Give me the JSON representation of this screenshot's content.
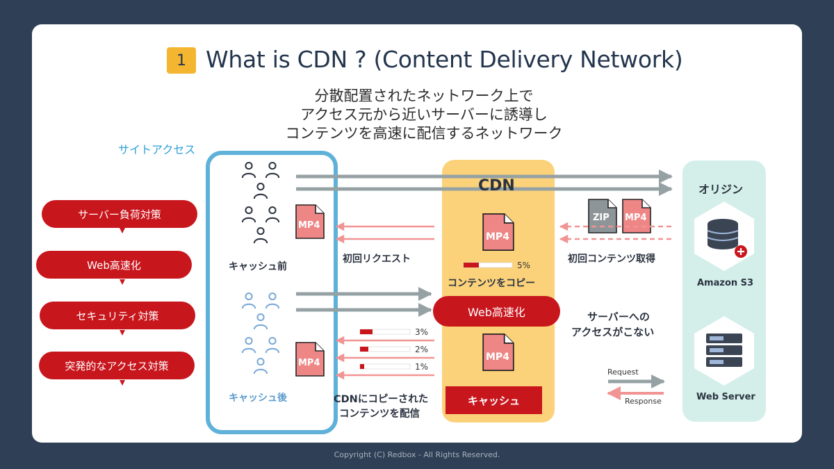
{
  "header": {
    "number": "1",
    "title": "What is CDN ? (Content Delivery Network)",
    "subtitle_lines": [
      "分散配置されたネットワーク上で",
      "アクセス元から近いサーバーに誘導し",
      "コンテンツを高速に配信するネットワーク"
    ]
  },
  "site_access_label": "サイトアクセス",
  "benefits": [
    "サーバー負荷対策",
    "Web高速化",
    "セキュリティ対策",
    "突発的なアクセス対策"
  ],
  "users": {
    "before_label": "キャッシュ前",
    "after_label": "キャッシュ後"
  },
  "files": {
    "mp4": "MP4",
    "zip": "ZIP"
  },
  "flows": {
    "first_request": "初回リクエスト",
    "first_fetch": "初回コンテンツ取得",
    "copy_label": "コンテンツをコピー",
    "copy_progress": {
      "label": "5%",
      "value": 5
    },
    "distribute_lines": [
      "CDNにコピーされた",
      "コンテンツを配信"
    ],
    "distribute_progress": [
      {
        "label": "3%",
        "value": 3
      },
      {
        "label": "2%",
        "value": 2
      },
      {
        "label": "1%",
        "value": 1
      }
    ],
    "no_access_lines": [
      "サーバーへの",
      "アクセスがこない"
    ]
  },
  "cdn": {
    "title": "CDN",
    "web_speed": "Web高速化",
    "cache": "キャッシュ"
  },
  "origin": {
    "title": "オリジン",
    "s3_label": "Amazon S3",
    "server_label": "Web Server"
  },
  "legend": {
    "request": "Request",
    "response": "Response"
  },
  "footer": "Copyright (C) Redbox - All Rights Reserved.",
  "colors": {
    "background": "#2f3f55",
    "accent_red": "#c8161d",
    "cdn_yellow": "#fbd27a",
    "origin_mint": "#d4efea",
    "client_blue": "#5fb1d9",
    "arrow_gray": "#96a1a4",
    "arrow_pink": "#f19494",
    "badge_gold": "#f4b630"
  }
}
